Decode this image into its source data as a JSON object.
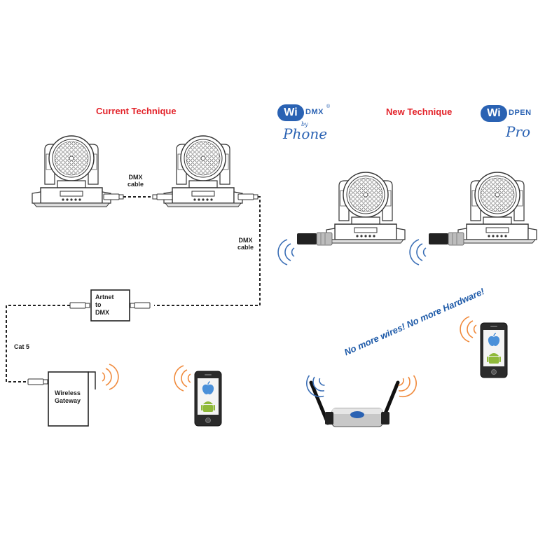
{
  "titles": {
    "current": "Current Technique",
    "new": "New Technique"
  },
  "labels": {
    "dmx_cable_top": [
      "DMX",
      "cable"
    ],
    "dmx_cable_right": [
      "DMX",
      "cable"
    ],
    "artnet": [
      "Artnet",
      "to",
      "DMX"
    ],
    "cat5": "Cat 5",
    "gateway": [
      "Wireless",
      "Gateway"
    ]
  },
  "slogan": "No more wires! No more Hardware!",
  "logos": {
    "widmx": {
      "wi": "Wi",
      "suffix": "DMX",
      "by": "by",
      "script": "Phone",
      "reg": "®"
    },
    "widpen": {
      "wi": "Wi",
      "suffix": "DPEN",
      "script": "Pro"
    }
  },
  "colors": {
    "title_red": "#e3242b",
    "brand_blue": "#2a62b3",
    "signal_orange": "#f08a3c",
    "signal_blue": "#3b6fb6",
    "apple_blue": "#4a90d9",
    "android_green": "#8fb93a"
  },
  "icons": [
    "moving-head-light",
    "xlr-connector",
    "wireless-dongle",
    "smartphone",
    "wifi-waves",
    "wireless-router"
  ]
}
